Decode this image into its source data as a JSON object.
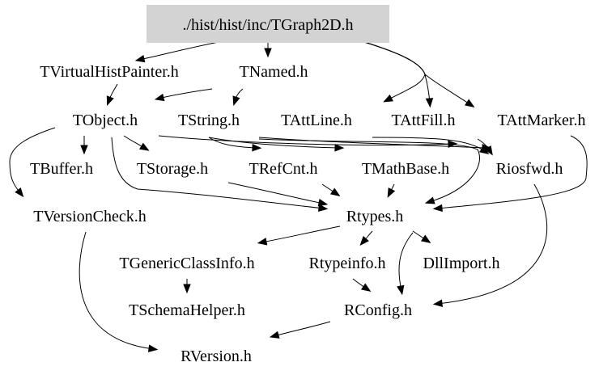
{
  "diagram": {
    "root": "root",
    "nodes": [
      {
        "id": "root",
        "label": "./hist/hist/inc/TGraph2D.h",
        "highlighted": true
      },
      {
        "id": "tvhp",
        "label": "TVirtualHistPainter.h"
      },
      {
        "id": "tnamed",
        "label": "TNamed.h"
      },
      {
        "id": "tobject",
        "label": "TObject.h"
      },
      {
        "id": "tstring",
        "label": "TString.h"
      },
      {
        "id": "tattline",
        "label": "TAttLine.h"
      },
      {
        "id": "tattfill",
        "label": "TAttFill.h"
      },
      {
        "id": "tattmarker",
        "label": "TAttMarker.h"
      },
      {
        "id": "tbuffer",
        "label": "TBuffer.h"
      },
      {
        "id": "tstorage",
        "label": "TStorage.h"
      },
      {
        "id": "trefcnt",
        "label": "TRefCnt.h"
      },
      {
        "id": "tmathbase",
        "label": "TMathBase.h"
      },
      {
        "id": "riosfwd",
        "label": "Riosfwd.h"
      },
      {
        "id": "tversioncheck",
        "label": "TVersionCheck.h"
      },
      {
        "id": "rtypes",
        "label": "Rtypes.h"
      },
      {
        "id": "tgenericclassinfo",
        "label": "TGenericClassInfo.h"
      },
      {
        "id": "rtypeinfo",
        "label": "Rtypeinfo.h"
      },
      {
        "id": "dllimport",
        "label": "DllImport.h"
      },
      {
        "id": "tschemahelper",
        "label": "TSchemaHelper.h"
      },
      {
        "id": "rconfig",
        "label": "RConfig.h"
      },
      {
        "id": "rversion",
        "label": "RVersion.h"
      }
    ],
    "edges": [
      {
        "from": "root",
        "to": "tvhp"
      },
      {
        "from": "root",
        "to": "tnamed"
      },
      {
        "from": "root",
        "to": "tattline"
      },
      {
        "from": "root",
        "to": "tattfill"
      },
      {
        "from": "root",
        "to": "tattmarker"
      },
      {
        "from": "tvhp",
        "to": "tobject"
      },
      {
        "from": "tnamed",
        "to": "tobject"
      },
      {
        "from": "tnamed",
        "to": "tstring"
      },
      {
        "from": "tobject",
        "to": "tbuffer"
      },
      {
        "from": "tobject",
        "to": "tstorage"
      },
      {
        "from": "tobject",
        "to": "tversioncheck"
      },
      {
        "from": "tobject",
        "to": "rtypes"
      },
      {
        "from": "tobject",
        "to": "riosfwd"
      },
      {
        "from": "tstring",
        "to": "trefcnt"
      },
      {
        "from": "tstring",
        "to": "tmathbase"
      },
      {
        "from": "tstring",
        "to": "riosfwd"
      },
      {
        "from": "tstring",
        "to": "rtypes"
      },
      {
        "from": "tattline",
        "to": "rtypes"
      },
      {
        "from": "tattfill",
        "to": "rtypes"
      },
      {
        "from": "tattmarker",
        "to": "rtypes"
      },
      {
        "from": "tstorage",
        "to": "rtypes"
      },
      {
        "from": "trefcnt",
        "to": "rtypes"
      },
      {
        "from": "tmathbase",
        "to": "rtypes"
      },
      {
        "from": "riosfwd",
        "to": "rconfig"
      },
      {
        "from": "tversioncheck",
        "to": "rversion"
      },
      {
        "from": "rtypes",
        "to": "tgenericclassinfo"
      },
      {
        "from": "rtypes",
        "to": "rtypeinfo"
      },
      {
        "from": "rtypes",
        "to": "dllimport"
      },
      {
        "from": "rtypes",
        "to": "rconfig"
      },
      {
        "from": "tgenericclassinfo",
        "to": "tschemahelper"
      },
      {
        "from": "rtypeinfo",
        "to": "rconfig"
      },
      {
        "from": "rconfig",
        "to": "rversion"
      }
    ]
  },
  "colors": {
    "root_fill": "#d3d3d3",
    "text": "#000000",
    "edge": "#000000",
    "background": "#ffffff"
  }
}
